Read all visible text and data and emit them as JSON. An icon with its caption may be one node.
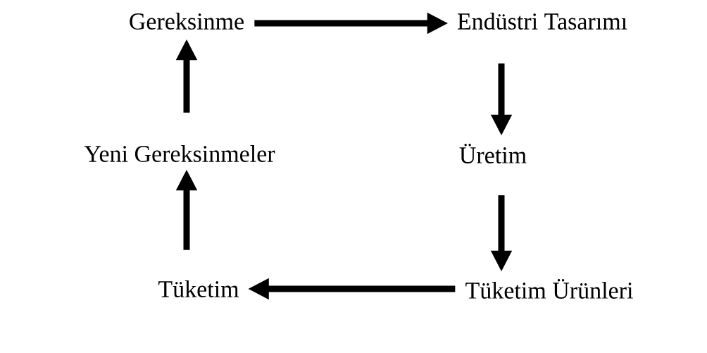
{
  "diagram": {
    "nodes": [
      {
        "text": [
          "Gereksinme"
        ]
      },
      {
        "text": [
          "Endüstri Tasarımı"
        ]
      },
      {
        "text": [
          "Üretim"
        ]
      },
      {
        "text": [
          "Tüketim Ürünleri"
        ]
      },
      {
        "text": [
          "Tüketim"
        ]
      },
      {
        "text": [
          "Yeni Gereksinmeler"
        ]
      }
    ],
    "edges": [
      {
        "from": 0,
        "to": 1,
        "arrow": "to"
      },
      {
        "from": 1,
        "to": 2,
        "arrow": "to"
      },
      {
        "from": 2,
        "to": 3,
        "arrow": "to"
      },
      {
        "from": 3,
        "to": 4,
        "arrow": "to"
      },
      {
        "from": 4,
        "to": 5,
        "arrow": "to"
      },
      {
        "from": 5,
        "to": 0,
        "arrow": "to"
      }
    ]
  }
}
